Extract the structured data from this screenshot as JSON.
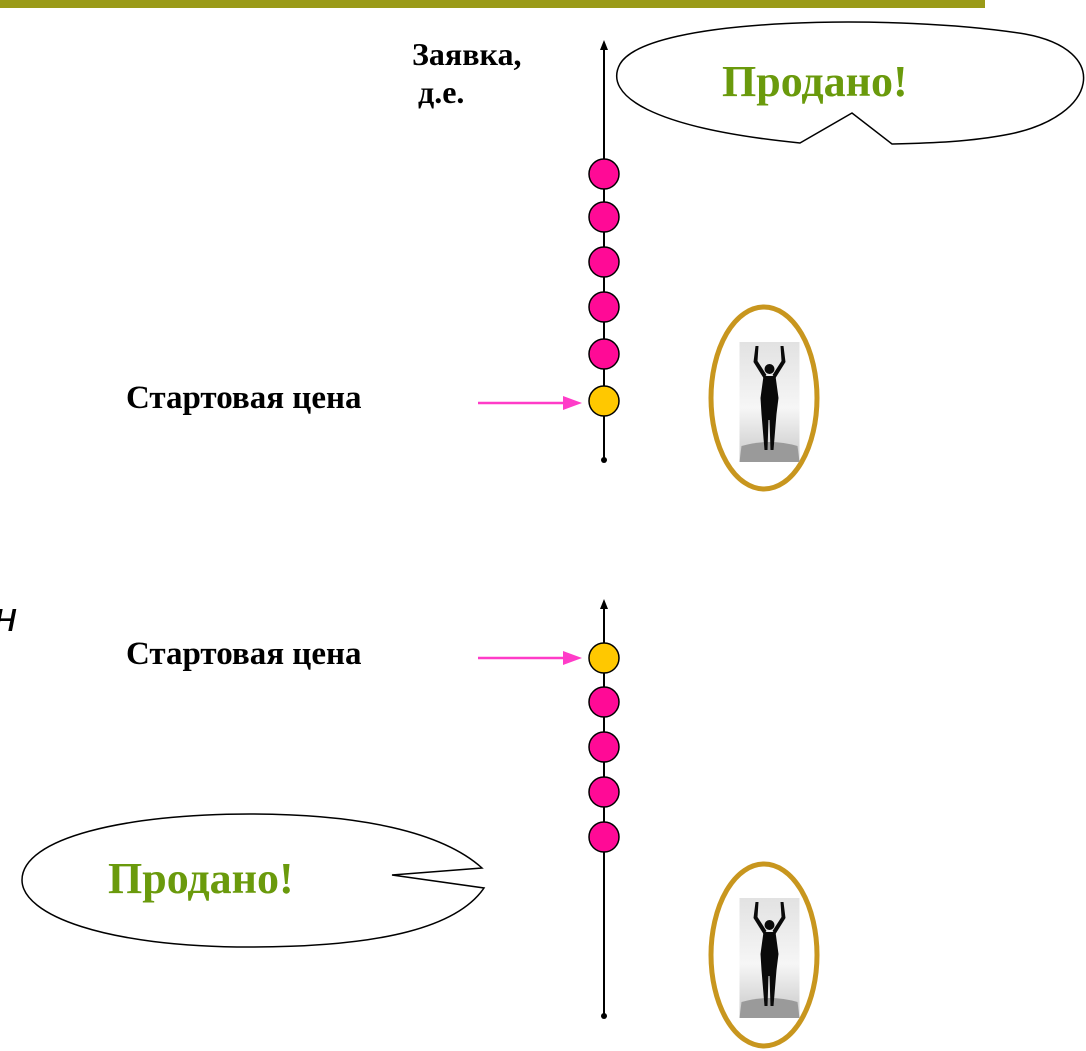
{
  "colors": {
    "top_bar": "#9a9a18",
    "bid_marker": "#ff0a96",
    "start_marker": "#ffc800",
    "arrow": "#ff3cc8",
    "sold_text": "#6a9a0c",
    "ring": "#c8961e",
    "axis": "#000000"
  },
  "top": {
    "axis_label_line1": "Заявка,",
    "axis_label_line2": "д.е.",
    "start_price_label": "Стартовая цена",
    "sold_bubble_text": "Продано!",
    "bid_markers": 5
  },
  "bottom": {
    "left_fragment": "н",
    "start_price_label": "Стартовая цена",
    "sold_bubble_text": "Продано!",
    "bid_markers": 4
  },
  "icons": {
    "person": "person-arms-raised-icon"
  }
}
